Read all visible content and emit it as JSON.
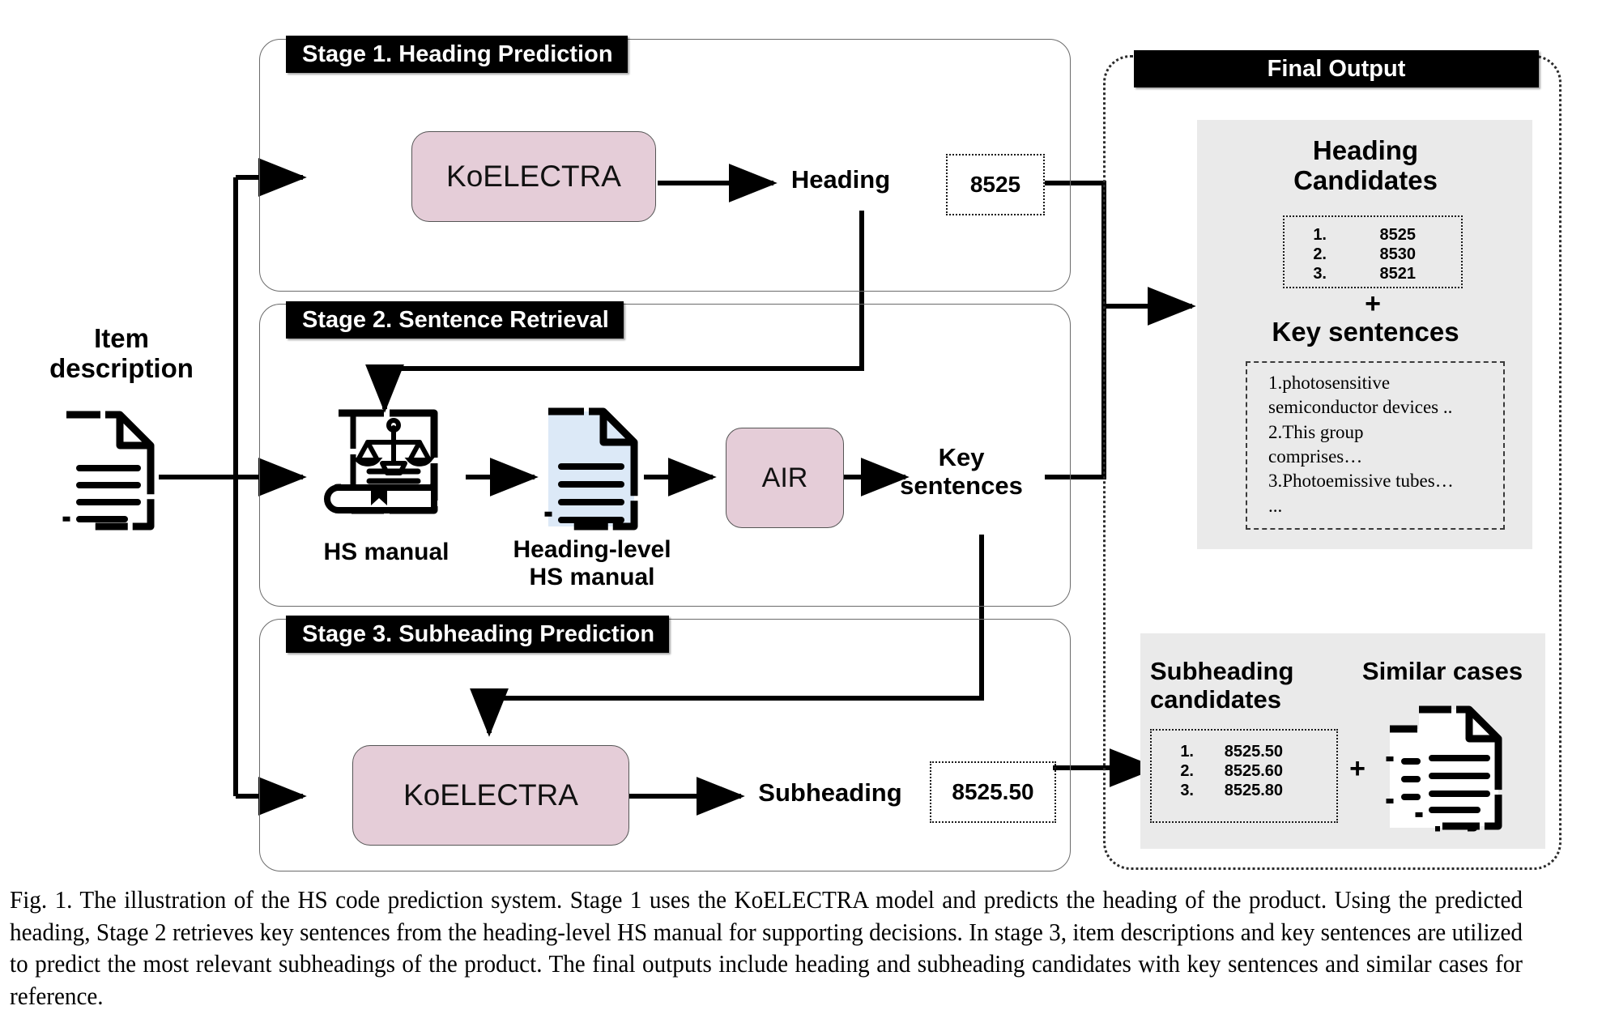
{
  "figure": {
    "caption": "Fig. 1. The illustration of the HS code prediction system. Stage 1 uses the KoELECTRA model and predicts the heading of the product. Using the predicted heading, Stage 2 retrieves key sentences from the heading-level HS manual for supporting decisions. In stage 3, item descriptions and key sentences are utilized to predict the most relevant subheadings of the product. The final outputs include heading and subheading candidates with key sentences and similar cases for reference."
  },
  "input": {
    "label_line1": "Item",
    "label_line2": "description",
    "icon": "document-icon"
  },
  "stages": [
    {
      "title": "Stage 1. Heading Prediction",
      "model": "KoELECTRA",
      "output_label": "Heading",
      "output_value": "8525"
    },
    {
      "title": "Stage 2. Sentence Retrieval",
      "source_label_line1": "HS manual",
      "source_icon": "book-scales-icon",
      "filtered_label_line1": "Heading-level",
      "filtered_label_line2": "HS manual",
      "filtered_icon": "document-blue-icon",
      "model": "AIR",
      "output_label_line1": "Key",
      "output_label_line2": "sentences"
    },
    {
      "title": "Stage 3. Subheading Prediction",
      "model": "KoELECTRA",
      "output_label": "Subheading",
      "output_value": "8525.50"
    }
  ],
  "final_output": {
    "title": "Final Output",
    "heading_card": {
      "title_line1": "Heading",
      "title_line2": "Candidates",
      "candidates": [
        {
          "index": "1.",
          "value": "8525"
        },
        {
          "index": "2.",
          "value": "8530"
        },
        {
          "index": "3.",
          "value": "8521"
        }
      ],
      "plus": "+",
      "key_sentences_title": "Key sentences",
      "key_sentences": [
        "1.photosensitive",
        "semiconductor devices ..",
        "2.This group",
        "comprises…",
        "3.Photoemissive tubes…",
        "..."
      ]
    },
    "subheading_card": {
      "title_line1": "Subheading",
      "title_line2": "candidates",
      "similar_cases_title": "Similar cases",
      "similar_cases_icon": "documents-stack-icon",
      "plus": "+",
      "candidates": [
        {
          "index": "1.",
          "value": "8525.50"
        },
        {
          "index": "2.",
          "value": "8525.60"
        },
        {
          "index": "3.",
          "value": "8525.80"
        }
      ]
    }
  },
  "colors": {
    "model_fill": "#e5cdd8",
    "card_fill": "#eaeaea",
    "doc_fill": "#dce9f7",
    "header_fill": "#000000"
  }
}
